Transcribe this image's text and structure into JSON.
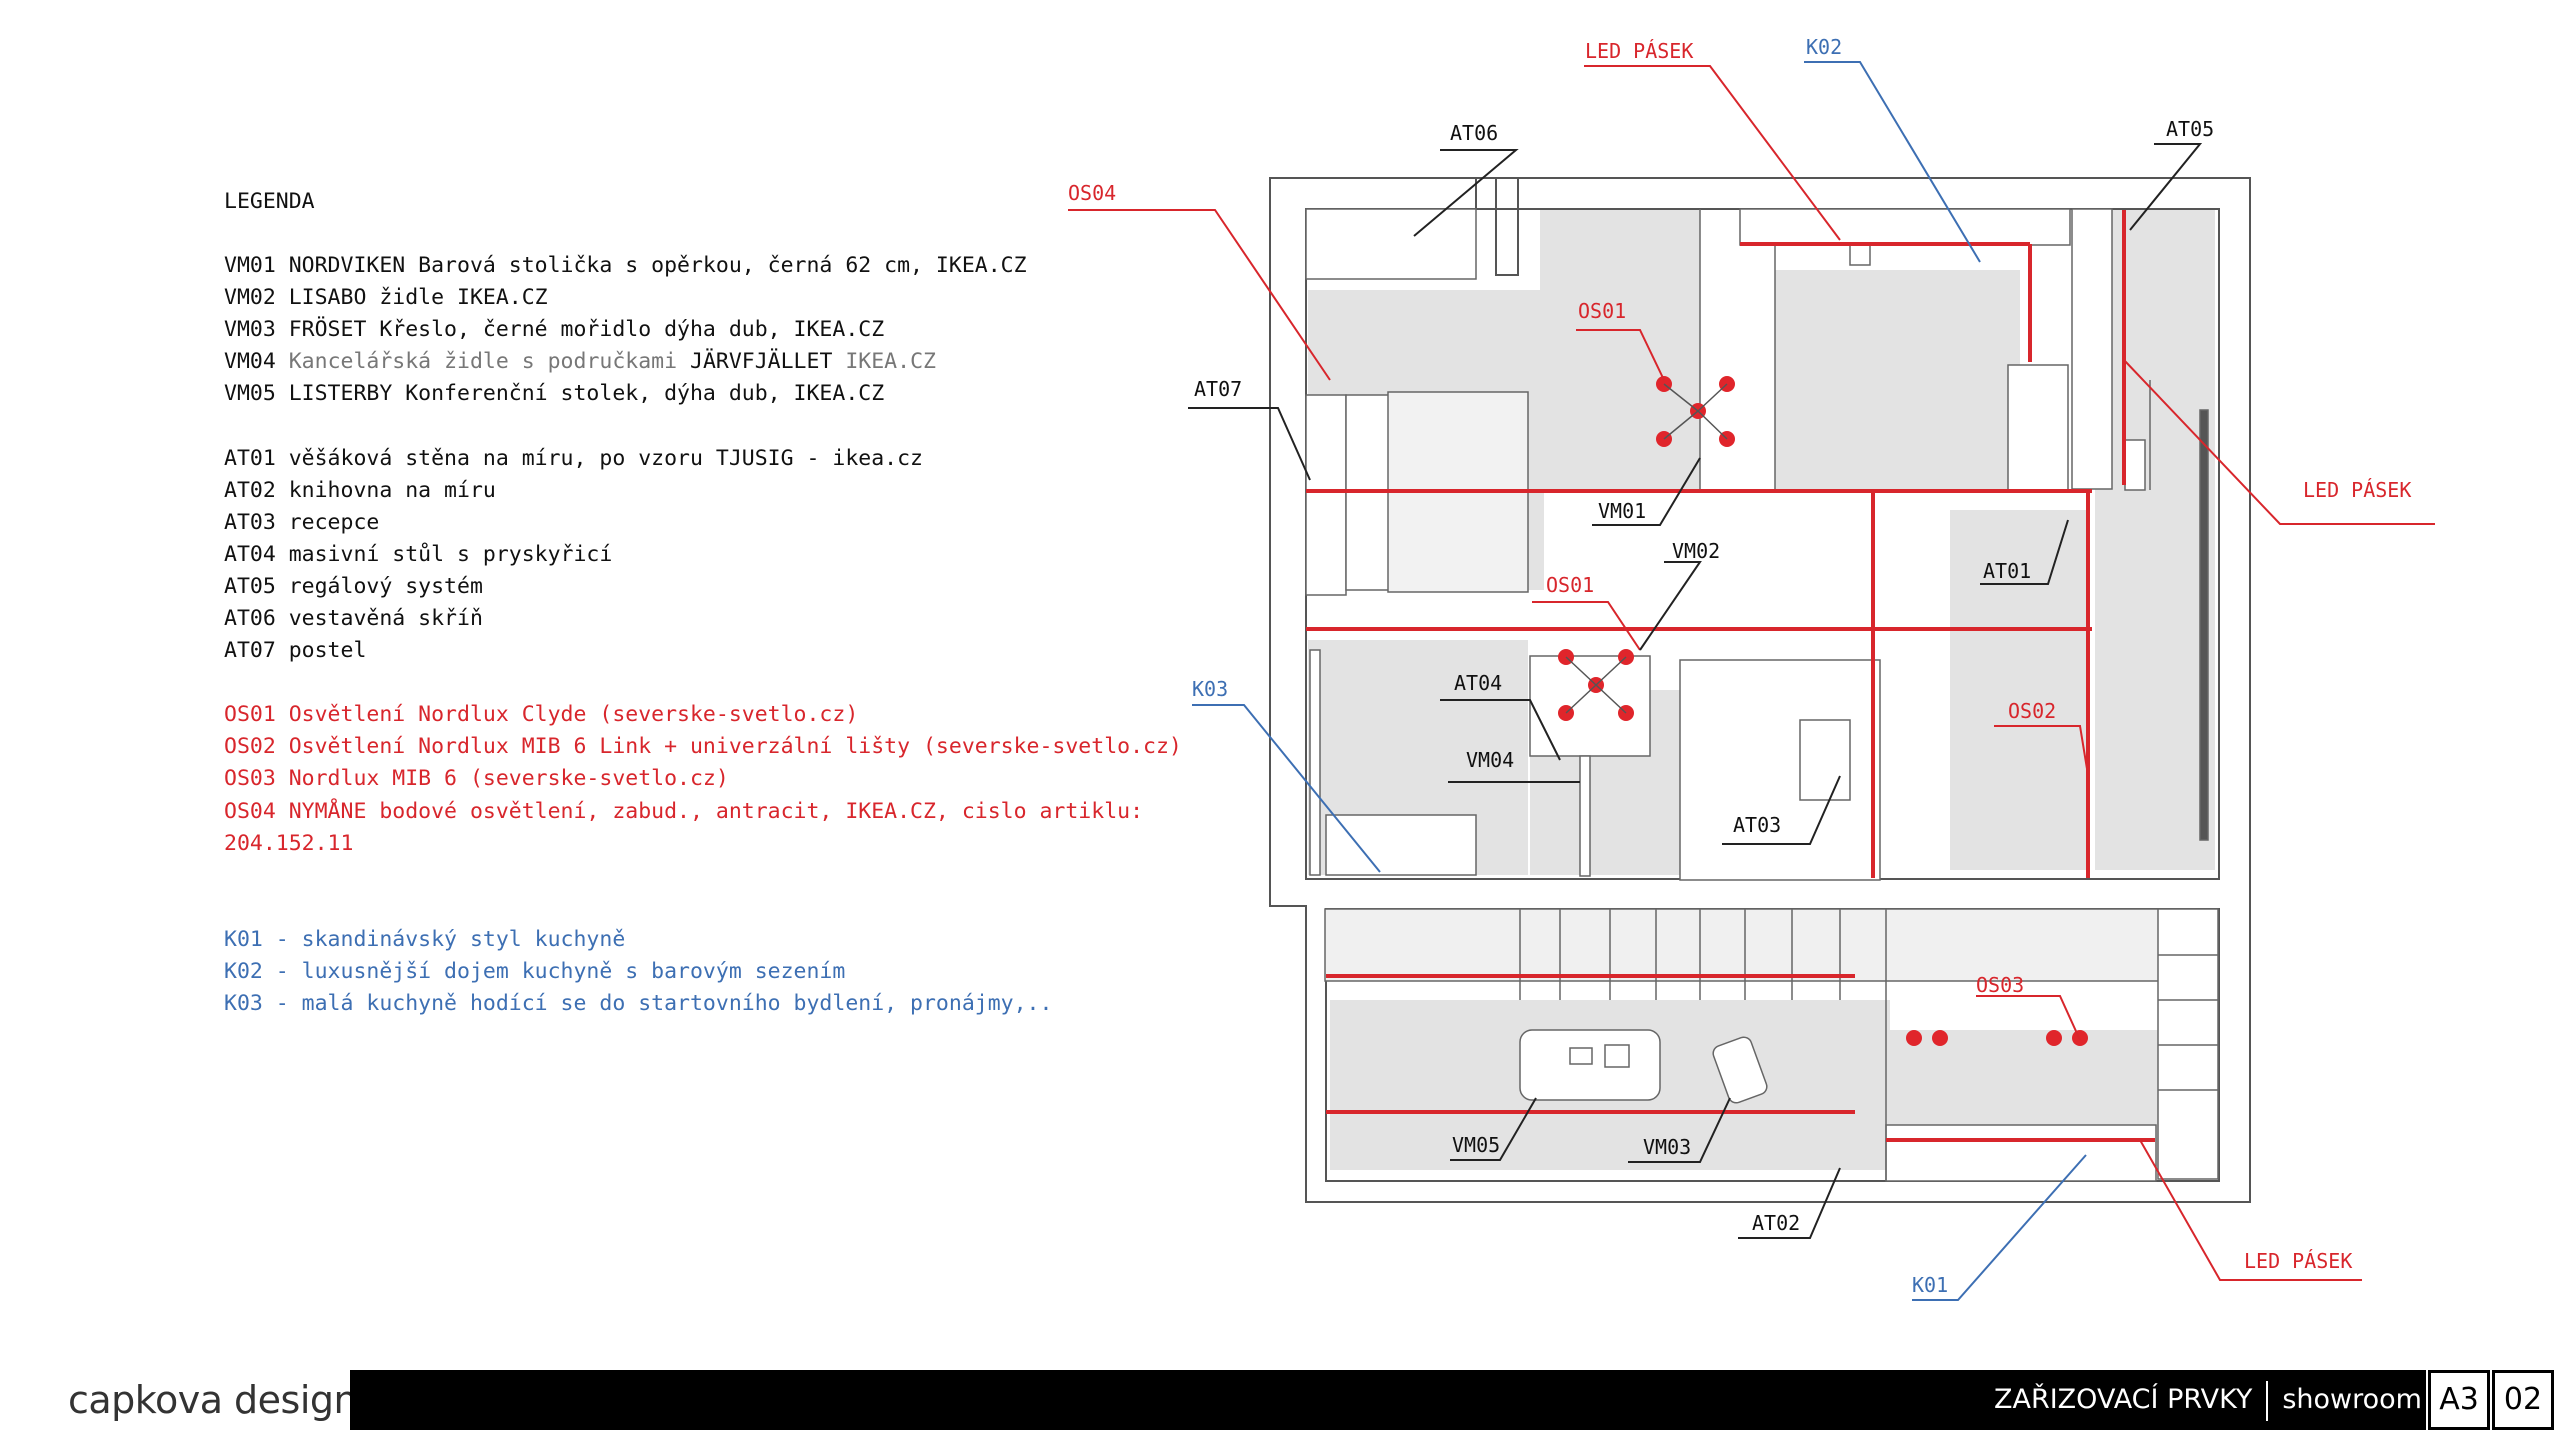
{
  "legend": {
    "title": "LEGENDA",
    "vm": [
      {
        "text": "VM01 NORDVIKEN Barová stolička s opěrkou, černá 62 cm, IKEA.CZ",
        "muted": ""
      },
      {
        "text": "VM02 LISABO židle IKEA.CZ",
        "muted": ""
      },
      {
        "text": "VM03 FRÖSET Křeslo, černé mořidlo dýha dub, IKEA.CZ",
        "muted": ""
      },
      {
        "text": "VM04 ",
        "muted": "Kancelářská židle s područkami",
        "text2": " JÄRVFJÄLLET ",
        "muted2": "IKEA.CZ"
      },
      {
        "text": "VM05 LISTERBY Konferenční stolek, dýha dub, IKEA.CZ",
        "muted": ""
      }
    ],
    "at": [
      "AT01 věšáková stěna na míru, po vzoru TJUSIG - ikea.cz",
      "AT02 knihovna na míru",
      "AT03 recepce",
      "AT04 masivní stůl s pryskyřicí",
      "AT05 regálový systém",
      "AT06 vestavěná skříň",
      "AT07 postel"
    ],
    "os": [
      "OS01 Osvětlení Nordlux Clyde (severske-svetlo.cz)",
      "OS02 Osvětlení Nordlux MIB 6 Link + univerzální lišty (severske-svetlo.cz)",
      "OS03 Nordlux MIB 6 (severske-svetlo.cz)",
      "OS04 NYMÅNE bodové osvětlení, zabud., antracit, IKEA.CZ, cislo artiklu:",
      "204.152.11"
    ],
    "k": [
      "K01 - skandinávský styl kuchyně",
      "K02 - luxusnější dojem kuchyně s barovým sezením",
      "K03 - malá kuchyně hodící se do startovního bydlení, pronájmy,.."
    ]
  },
  "plan_labels": {
    "led_top": "LED PÁSEK",
    "k02": "K02",
    "at06": "AT06",
    "at05": "AT05",
    "os04": "OS04",
    "os01_top": "OS01",
    "at07": "AT07",
    "led_right": "LED PÁSEK",
    "vm01": "VM01",
    "at01": "AT01",
    "os01_mid": "OS01",
    "vm02": "VM02",
    "k03": "K03",
    "at04": "AT04",
    "os02": "OS02",
    "vm04": "VM04",
    "at03": "AT03",
    "os03": "OS03",
    "vm05": "VM05",
    "vm03": "VM03",
    "at02": "AT02",
    "led_bottom": "LED PÁSEK",
    "k01": "K01"
  },
  "colors": {
    "red": "#d8262c",
    "blue": "#3d6fb3",
    "gray_fill": "#e3e3e3"
  },
  "footer": {
    "brand": "capkova design",
    "title": "ZAŘIZOVACÍ PRVKY",
    "subtitle": "showroom",
    "format": "A3",
    "sheet": "02"
  }
}
